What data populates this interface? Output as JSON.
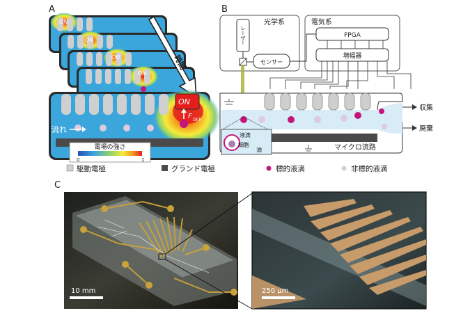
{
  "panels": {
    "a": {
      "letter": "A"
    },
    "b": {
      "letter": "B"
    },
    "c": {
      "letter": "C"
    }
  },
  "panel_a": {
    "on_label": "ON",
    "time_label": "時間",
    "flow_label": "流れ",
    "force_symbol": "F",
    "force_sub": "DEP",
    "field_label": "電場の強さ",
    "scale_min": "0",
    "scale_max": "1"
  },
  "panel_b": {
    "optics_title": "光学系",
    "laser": "レーザー",
    "sensor": "センサー",
    "electric_title": "電気系",
    "fpga": "FPGA",
    "amp": "増幅器",
    "collect": "収集",
    "waste": "廃棄",
    "channel": "マイクロ流路",
    "inset_droplet": "液滴",
    "inset_cell": "細胞",
    "inset_oil": "油"
  },
  "legend": [
    {
      "label": "駆動電極",
      "color": "#cfcfcf"
    },
    {
      "label": "グランド電極",
      "color": "#4a4a4a"
    },
    {
      "label": "標的液滴",
      "color": "#c4167a"
    },
    {
      "label": "非標的液滴",
      "color": "#dccbe0"
    }
  ],
  "panel_c": {
    "scale_left": "10 mm",
    "scale_right": "250 μm"
  },
  "colors": {
    "channel_blue": "#3aa6dc",
    "electrode_grey": "#cfcfcf",
    "ground_dark": "#4a4a4a",
    "target": "#c4167a",
    "nontarget": "#dccbe0"
  }
}
